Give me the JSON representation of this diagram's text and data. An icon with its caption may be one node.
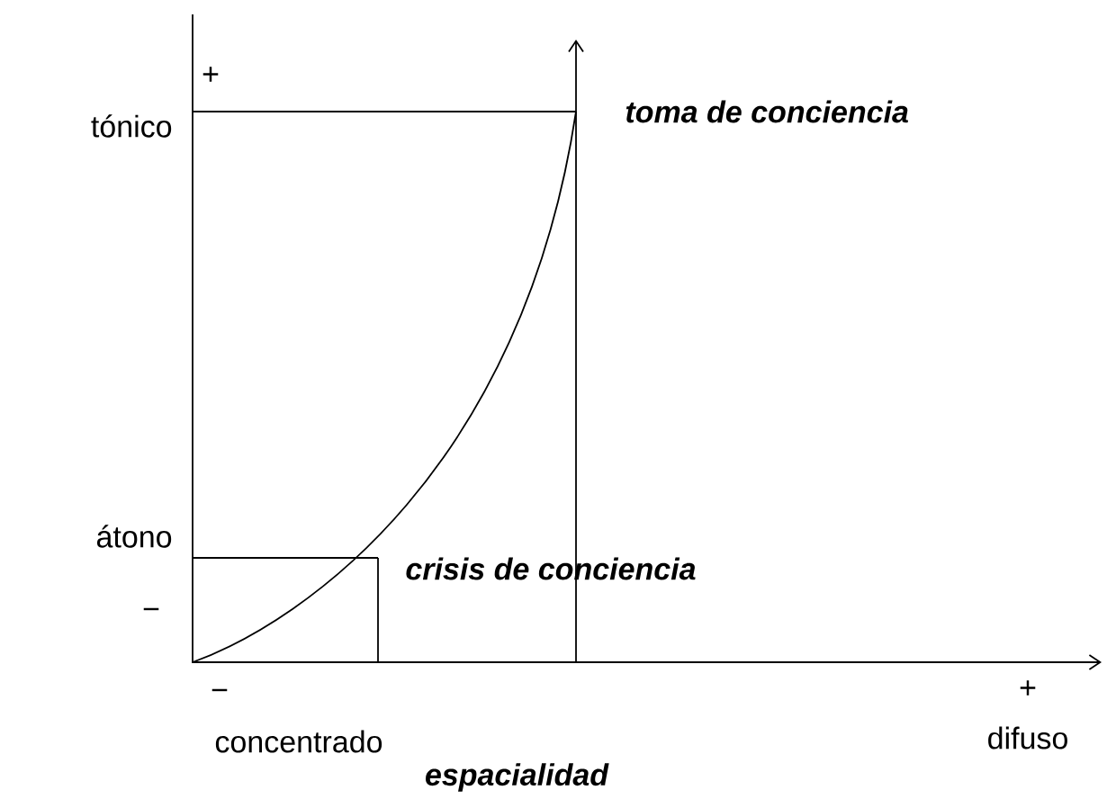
{
  "diagram": {
    "labels": [
      "+",
      "tónico",
      "toma de conciencia",
      "átono",
      "crisis de conciencia",
      "−",
      "−",
      "+",
      "concentrado",
      "difuso",
      "espacialidad"
    ]
  }
}
